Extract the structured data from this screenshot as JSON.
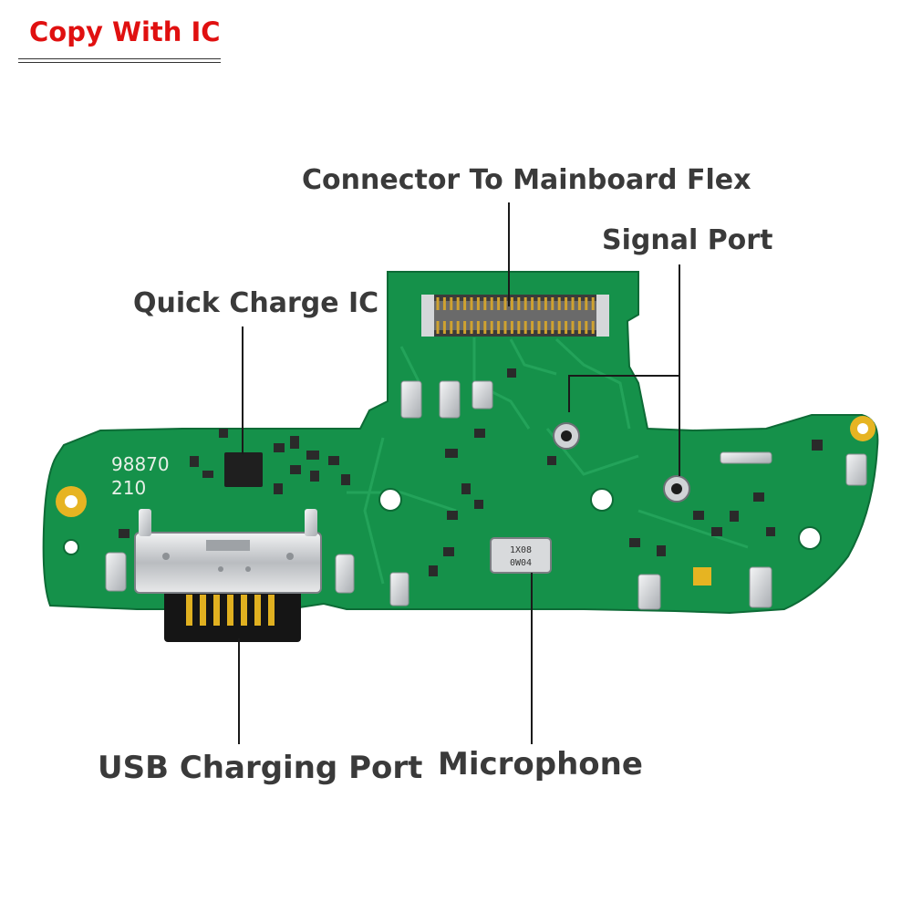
{
  "badge": {
    "text": "Copy With IC"
  },
  "labels": {
    "connector": "Connector To Mainboard Flex",
    "signal_port": "Signal Port",
    "quick_charge_ic": "Quick Charge IC",
    "usb_port": "USB Charging Port",
    "microphone": "Microphone"
  },
  "board": {
    "silkscreen_line1": "98870",
    "silkscreen_line2": "210",
    "mic_marking_line1": "1X08",
    "mic_marking_line2": "0W04"
  },
  "colors": {
    "pcb": "#15914a",
    "pcb_dark": "#0d6b36",
    "trace": "#22a85a",
    "gold": "#e6b422",
    "solder": "#c8ccd0",
    "label_text": "#3a3a3a",
    "badge_text": "#e01010"
  }
}
